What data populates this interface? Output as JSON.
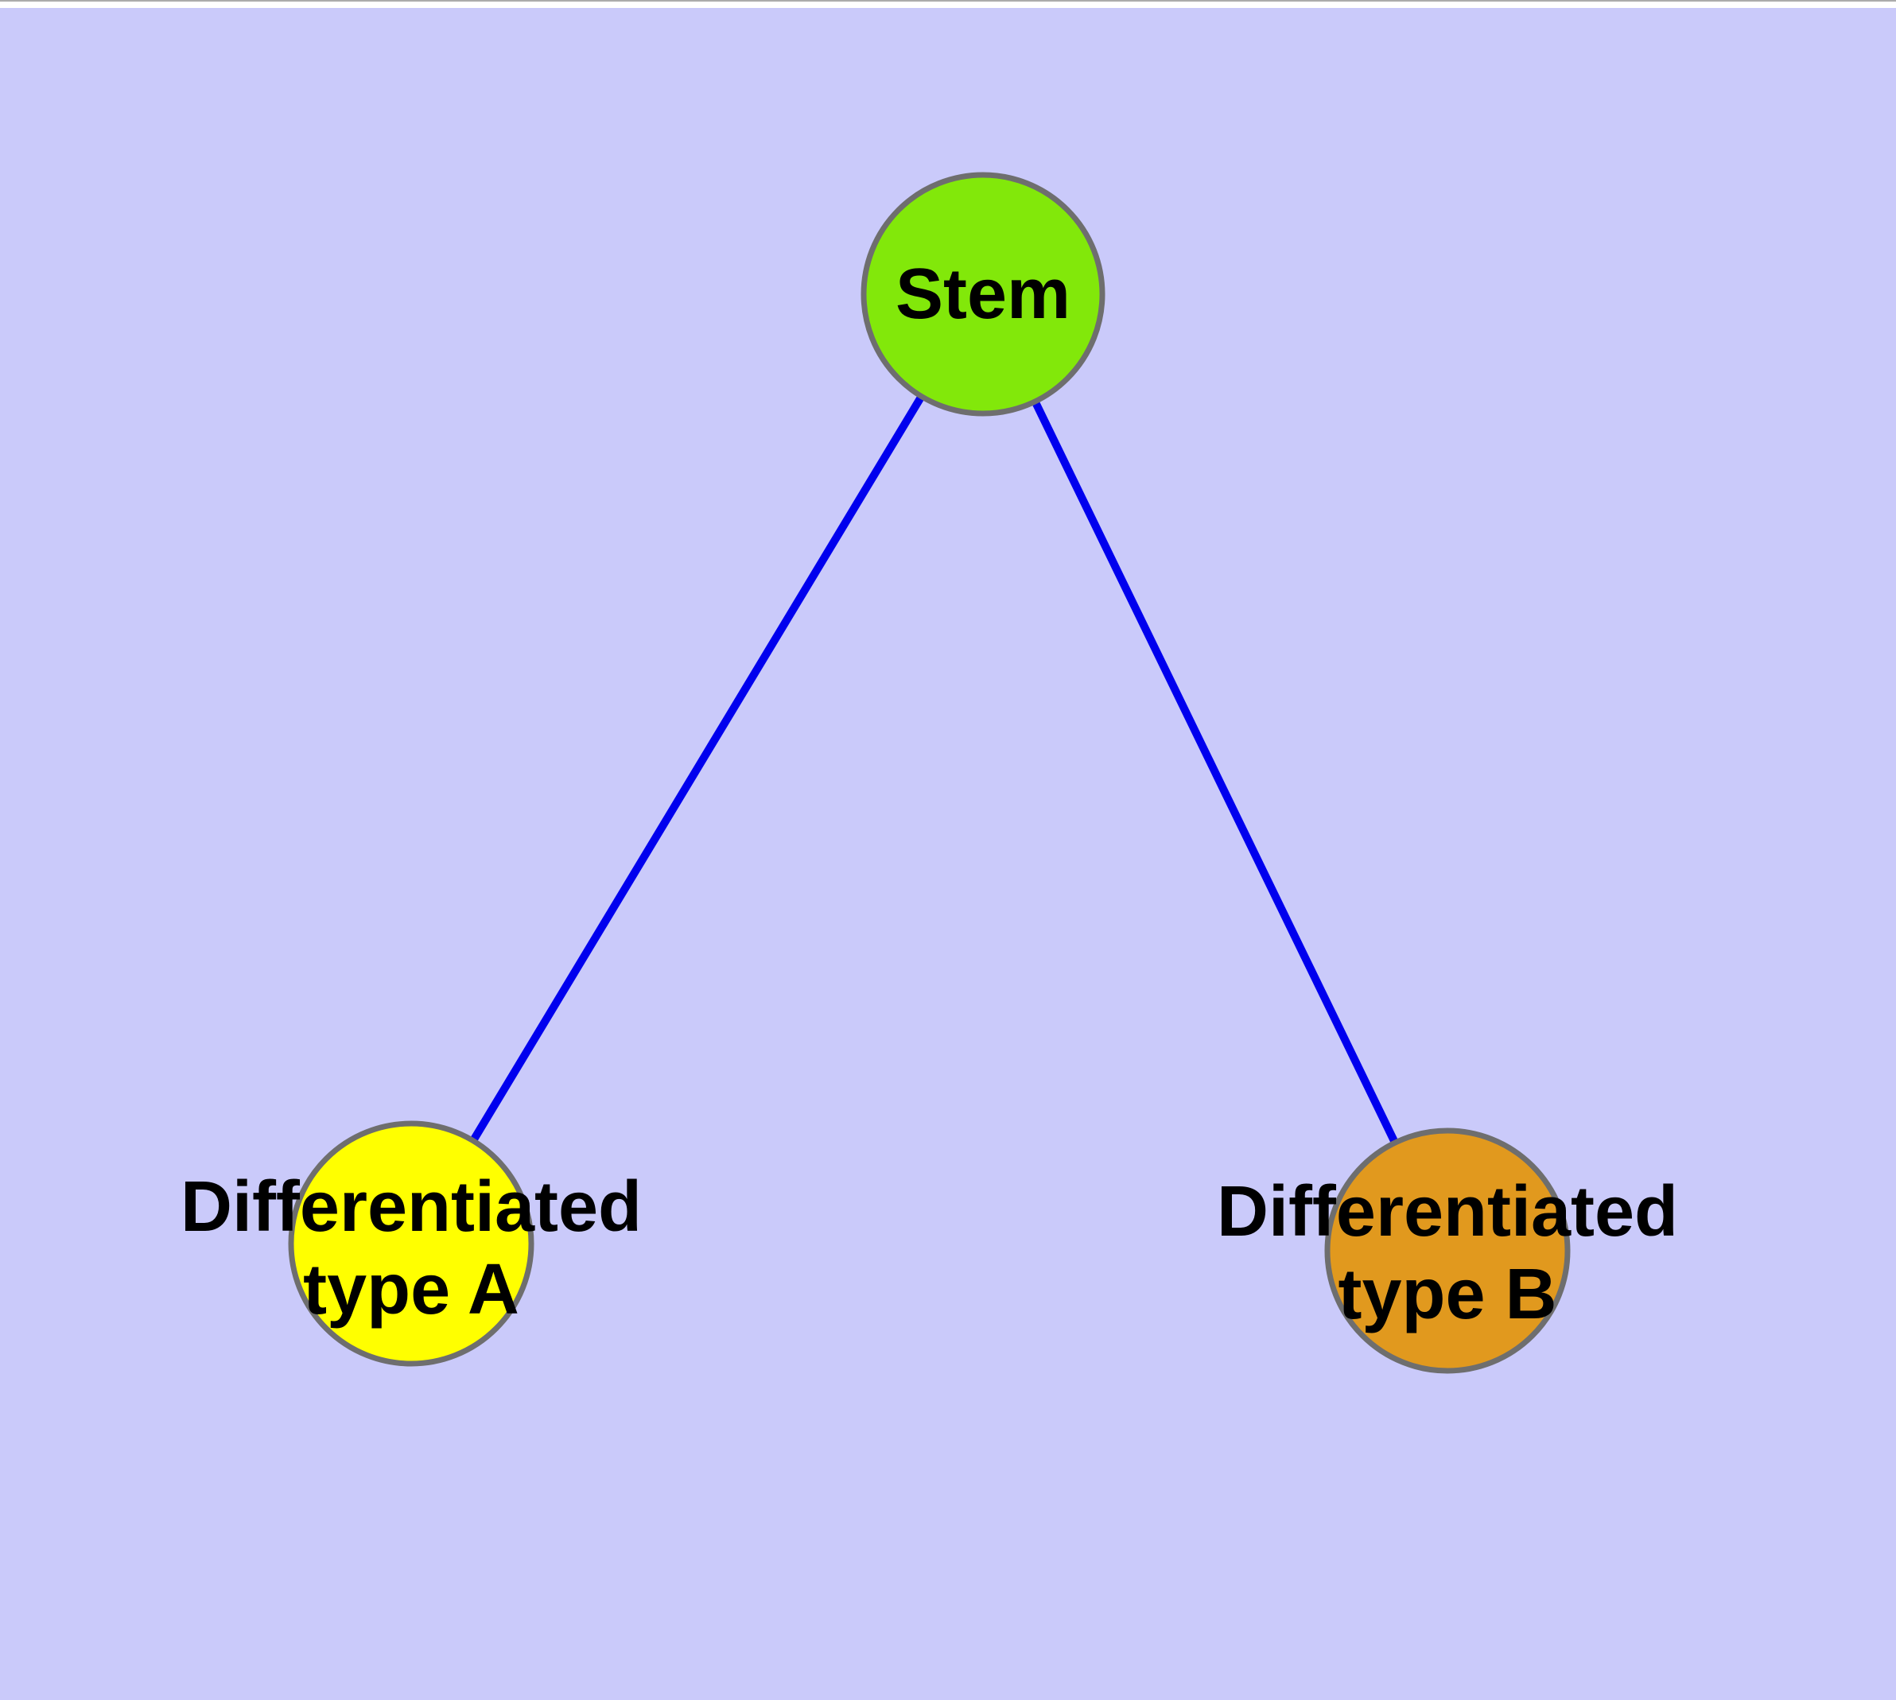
{
  "diagram": {
    "background": "#cacafa",
    "edge_color": "#0000ee",
    "node_border_color": "#6e6e6e",
    "nodes": [
      {
        "id": "stem",
        "label": "Stem",
        "color": "#82e80a"
      },
      {
        "id": "diff-a",
        "label": "Differentiated\ntype A",
        "color": "#ffff00"
      },
      {
        "id": "diff-b",
        "label": "Differentiated\ntype B",
        "color": "#e1991e"
      }
    ],
    "edges": [
      {
        "from": "stem",
        "to": "diff-a"
      },
      {
        "from": "stem",
        "to": "diff-b"
      }
    ]
  }
}
